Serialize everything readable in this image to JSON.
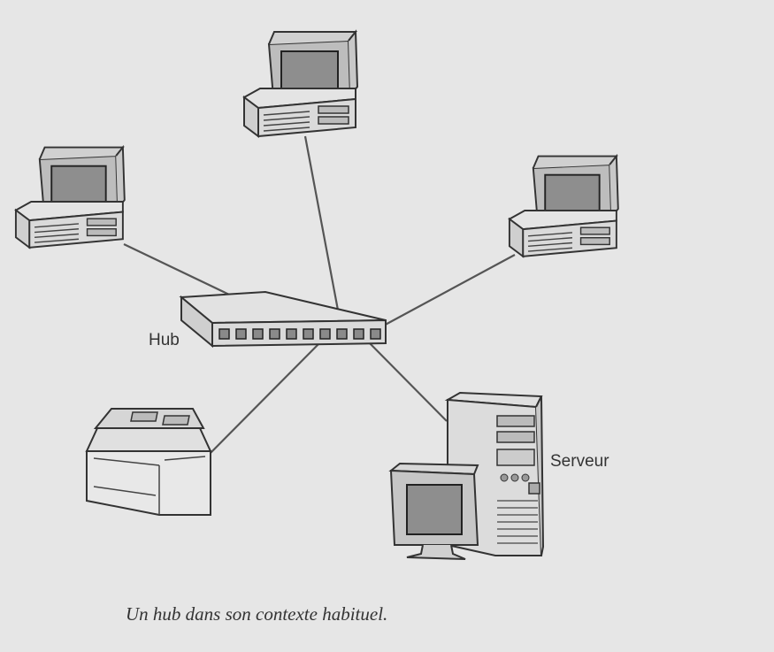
{
  "labels": {
    "hub": "Hub",
    "server": "Serveur"
  },
  "caption": "Un hub dans son contexte habituel.",
  "colors": {
    "background": "#e6e6e6",
    "line": "#555555",
    "device_fill": "#d9d9d9",
    "screen_fill": "#8e8e8e"
  },
  "icons": [
    "desktop-computer-icon",
    "hub-icon",
    "printer-icon",
    "server-tower-icon",
    "monitor-icon"
  ]
}
